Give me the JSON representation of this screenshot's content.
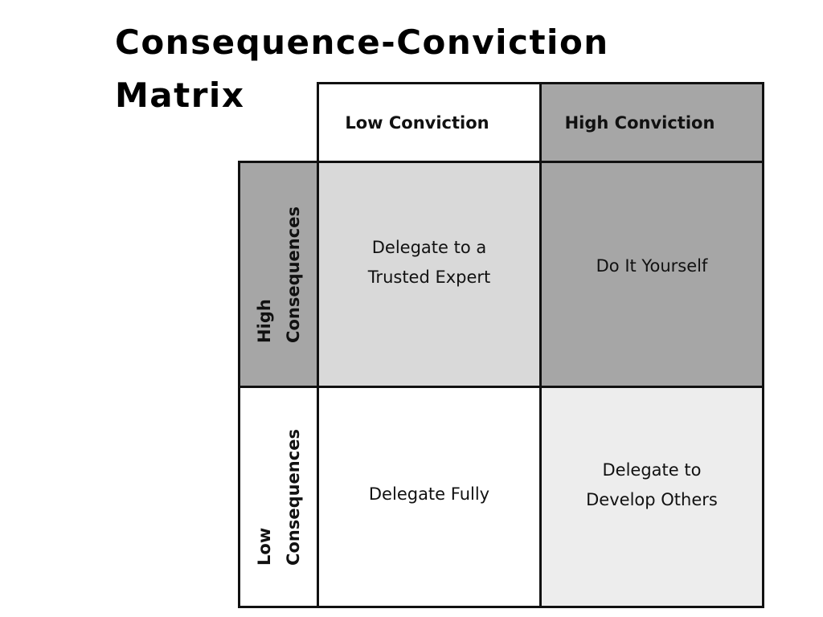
{
  "title": {
    "line1": "Consequence-Conviction",
    "line2": "Matrix"
  },
  "columns": {
    "low": "Low Conviction",
    "high": "High Conviction"
  },
  "rows": {
    "high": {
      "line1": "High",
      "line2": "Consequences"
    },
    "low": {
      "line1": "Low",
      "line2": "Consequences"
    }
  },
  "cells": {
    "high_low": {
      "line1": "Delegate to a",
      "line2": "Trusted Expert"
    },
    "high_high": {
      "line1": "Do It Yourself"
    },
    "low_low": {
      "line1": "Delegate Fully"
    },
    "low_high": {
      "line1": "Delegate to",
      "line2": "Develop Others"
    }
  },
  "colors": {
    "white": "#ffffff",
    "light_gray": "#d9d9d9",
    "mid_gray": "#a6a6a6",
    "pale_gray": "#ededed",
    "border": "#111111"
  }
}
